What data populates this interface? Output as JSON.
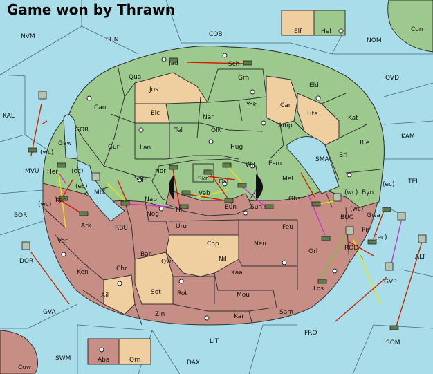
{
  "title": "Game won by Thrawn",
  "colors": {
    "sea": "#a8dde9",
    "green": "#9dc98f",
    "tan": "#efcfa0",
    "red": "#c78e85",
    "move_red": "#cc2200",
    "move_yellow": "#e8e800",
    "move_magenta": "#cc33cc",
    "move_green": "#66cc33"
  },
  "sea_labels": [
    "NVM",
    "FUN",
    "COB",
    "NOM",
    "OVD",
    "KAL",
    "GOR",
    "MVU",
    "MIT",
    "BOR",
    "RBU",
    "DOR",
    "GVA",
    "SMA",
    "KAM",
    "TEI",
    "BUC",
    "ROD",
    "ALT",
    "GVP",
    "SOM",
    "FRO",
    "LIT",
    "SWM",
    "DAX",
    "Cow",
    "Con"
  ],
  "green_labels": [
    "Jad",
    "Sch",
    "Qua",
    "Grh",
    "Can",
    "Eld",
    "Yok",
    "Car",
    "Nar",
    "Kat",
    "Elc",
    "Tel",
    "Olk",
    "Amp",
    "Gur",
    "Lan",
    "Hug",
    "Rie",
    "Bri",
    "Esm",
    "Wil",
    "Gaw",
    "Skr",
    "Ost",
    "Mel",
    "Byn",
    "Nor",
    "Sap",
    "Nab",
    "Obs",
    "Hel"
  ],
  "tan_labels": [
    "Jos",
    "Uta",
    "Chp",
    "Nil",
    "Ail",
    "Sot",
    "Orn",
    "Elf"
  ],
  "red_labels": [
    "Her",
    "Kor",
    "Ark",
    "Ver",
    "Ken",
    "Chr",
    "Nog",
    "Uru",
    "Feu",
    "Bar",
    "Qwi",
    "Neu",
    "Orl",
    "Los",
    "Kaa",
    "Rot",
    "Mou",
    "Zin",
    "Kar",
    "Sam",
    "Gwa",
    "Pir",
    "Hil",
    "Veb",
    "Eun",
    "Sun",
    "Aba"
  ],
  "coast_labels": [
    "(wc)",
    "(ec)",
    "(wc)",
    "(ec)",
    "(wc)",
    "(ec)",
    "(wc)",
    "(ec)"
  ]
}
